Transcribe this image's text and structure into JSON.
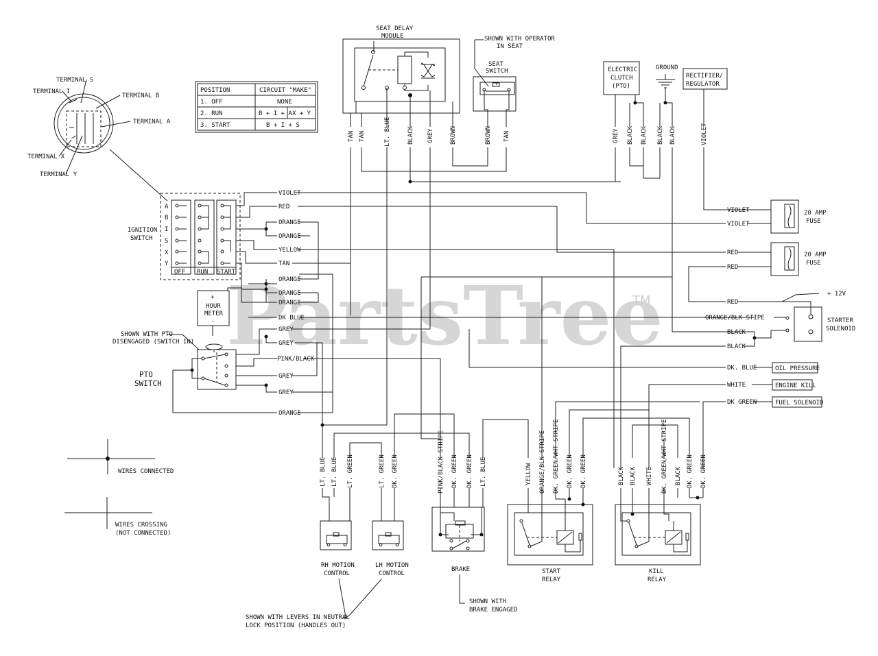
{
  "watermark": {
    "brand": "PartsTree",
    "trademark": "TM"
  },
  "key_switch": {
    "terminals": [
      "TERMINAL S",
      "TERMINAL I",
      "TERMINAL B",
      "TERMINAL A",
      "TERMINAL X",
      "TERMINAL Y"
    ]
  },
  "position_table": {
    "headers": [
      "POSITION",
      "CIRCUIT \"MAKE\""
    ],
    "rows": [
      {
        "position": "1. OFF",
        "circuit": "NONE"
      },
      {
        "position": "2. RUN",
        "circuit_a": "B + I + A",
        "circuit_b": "X + Y"
      },
      {
        "position": "3. START",
        "circuit": "B + I + S"
      }
    ]
  },
  "ignition_switch": {
    "title_1": "IGNITION",
    "title_2": "SWITCH",
    "rows": [
      "A",
      "B",
      "I",
      "S",
      "X",
      "Y"
    ],
    "positions": [
      "OFF",
      "RUN",
      "START"
    ]
  },
  "seat_delay": {
    "title_1": "SEAT DELAY",
    "title_2": "MODULE"
  },
  "seat_switch": {
    "note_1": "SHOWN WITH OPERATOR",
    "note_2": "IN SEAT",
    "title_1": "SEAT",
    "title_2": "SWITCH"
  },
  "electric_clutch": {
    "line_1": "ELECTRIC",
    "line_2": "CLUTCH",
    "line_3": "(PTO)"
  },
  "ground": {
    "label": "GROUND"
  },
  "rectifier": {
    "line_1": "RECTIFIER/",
    "line_2": "REGULATOR"
  },
  "top_wires": [
    "TAN",
    "TAN",
    "LT. BLUE",
    "BLACK",
    "GREY",
    "BROWN",
    "BROWN",
    "TAN",
    "GREY",
    "BLACK",
    "BLACK",
    "BLACK",
    "BLACK",
    "VIOLET"
  ],
  "ign_wires": [
    "VIOLET",
    "RED",
    "ORANGE",
    "ORANGE",
    "YELLOW",
    "TAN",
    "ORANGE",
    "ORANGE",
    "ORANGE",
    "DK BLUE",
    "GREY",
    "GREY",
    "PINK/BLACK",
    "GREY",
    "GREY",
    "ORANGE"
  ],
  "hour_meter": {
    "plus": "+",
    "line_1": "HOUR",
    "line_2": "METER",
    "minus": "-"
  },
  "pto_switch": {
    "note_1": "SHOWN WITH PTO",
    "note_2": "DISENGAGED (SWITCH IN)",
    "title_1": "PTO",
    "title_2": "SWITCH"
  },
  "fuses": [
    {
      "wire_1": "VIOLET",
      "wire_2": "VIOLET",
      "label_1": "20 AMP",
      "label_2": "FUSE"
    },
    {
      "wire_1": "RED",
      "wire_2": "RED",
      "label_1": "20 AMP",
      "label_2": "FUSE"
    }
  ],
  "starter": {
    "plus12v": "+ 12V",
    "red": "RED",
    "orange": "ORANGE/BLK STIPE",
    "black_1": "BLACK",
    "black_2": "BLACK",
    "title_1": "STARTER",
    "title_2": "SOLENOID"
  },
  "connectors": [
    {
      "wire": "DK. BLUE",
      "label": "OIL PRESSURE"
    },
    {
      "wire": "WHITE",
      "label": "ENGINE KILL"
    },
    {
      "wire": "DK GREEN",
      "label": "FUEL SOLENOID"
    }
  ],
  "bottom_wires": {
    "motion": [
      "LT. BLUE",
      "LT. BLUE",
      "LT. GREEN",
      "LT. GREEN",
      "DK. GREEN"
    ],
    "brake": [
      "PINK/BLACK STRIPE",
      "DK. GREEN",
      "DK. GREEN",
      "LT. BLUE"
    ],
    "start": [
      "YELLOW",
      "ORANGE/BLK STRIPE",
      "DK. GREEN/WHT STRIPE",
      "DK. GREEN",
      "DK. GREEN"
    ],
    "kill": [
      "BLACK",
      "BLACK",
      "WHITE",
      "DK. GREEN/WHT STRIPE",
      "BLACK",
      "DK. GREEN",
      "DK. GREEN"
    ]
  },
  "legend": {
    "connected": "WIRES CONNECTED",
    "crossing_1": "WIRES CROSSING",
    "crossing_2": "(NOT CONNECTED)"
  },
  "motion_controls": {
    "rh_1": "RH MOTION",
    "rh_2": "CONTROL",
    "lh_1": "LH MOTION",
    "lh_2": "CONTROL",
    "note_1": "SHOWN WITH LEVERS IN NEUTRAL",
    "note_2": "LOCK POSITION (HANDLES OUT)"
  },
  "brake": {
    "title": "BRAKE",
    "note_1": "SHOWN WITH",
    "note_2": "BRAKE ENGAGED"
  },
  "start_relay": {
    "line_1": "START",
    "line_2": "RELAY"
  },
  "kill_relay": {
    "line_1": "KILL",
    "line_2": "RELAY"
  }
}
